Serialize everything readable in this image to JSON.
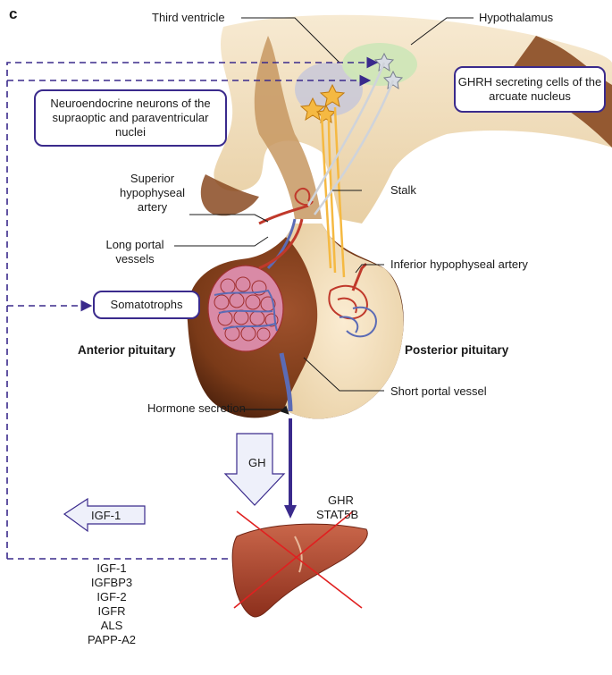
{
  "panel_letter": "c",
  "labels": {
    "third_ventricle": "Third ventricle",
    "hypothalamus": "Hypothalamus",
    "ghrh_cells": "GHRH secreting cells of the arcuate nucleus",
    "neuroendocrine": "Neuroendocrine neurons of the supraoptic and paraventricular nuclei",
    "superior_artery": "Superior hypophyseal artery",
    "stalk": "Stalk",
    "long_portal": "Long portal vessels",
    "inferior_artery": "Inferior hypophyseal artery",
    "somatotrophs": "Somatotrophs",
    "anterior_pituitary": "Anterior pituitary",
    "posterior_pituitary": "Posterior pituitary",
    "short_portal": "Short portal vessel",
    "hormone_secretion": "Hormone secretion",
    "gh": "GH",
    "igf1_arrow": "IGF-1",
    "ghr": "GHR",
    "stat5b": "STAT5B"
  },
  "liver_products": [
    "IGF-1",
    "IGFBP3",
    "IGF-2",
    "IGFR",
    "ALS",
    "PAPP-A2"
  ],
  "colors": {
    "feedback_dashed": "#3a2a8c",
    "arrow_blue": "#3a2a8c",
    "brain_tan": "#f1e2c4",
    "pituitary_brown": "#7a3a18",
    "liver_red": "#b04830",
    "cross_red": "#e02020",
    "artery_red": "#c0392b",
    "vein_blue": "#5b6bb5",
    "hypothalamus_green": "#cfe6b8",
    "ventricle_gray": "#c8c8d8",
    "neuron_yellow": "#f5b942"
  },
  "icons": [
    "hypothalamus-region",
    "pituitary-gland",
    "liver-icon",
    "red-cross-icon",
    "gh-arrow-icon",
    "igf1-arrow-icon"
  ]
}
